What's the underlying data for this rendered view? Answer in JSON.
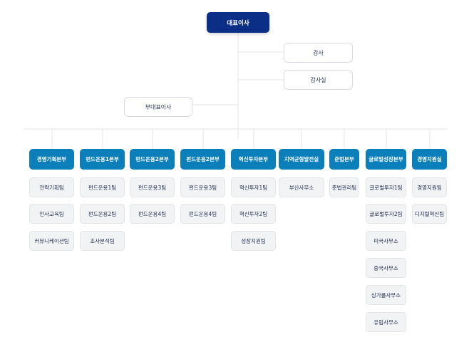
{
  "ceo": {
    "label": "대표이사"
  },
  "audit": {
    "label": "감사"
  },
  "audit_office": {
    "label": "감사실"
  },
  "vice_ceo": {
    "label": "부대표이사"
  },
  "divisions": [
    {
      "label": "경영기획본부",
      "teams": [
        "전략기획팀",
        "인사교육팀",
        "커뮤니케이션팀"
      ]
    },
    {
      "label": "펀드운용1본부",
      "teams": [
        "펀드운용1팀",
        "펀드운용2팀",
        "조사분석팀"
      ]
    },
    {
      "label": "펀드운용2본부",
      "teams": [
        "펀드운용3팀",
        "펀드운용4팀"
      ]
    },
    {
      "label": "펀드운용2본부",
      "teams": [
        "펀드운용3팀",
        "펀드운용4팀"
      ]
    },
    {
      "label": "혁신투자본부",
      "teams": [
        "혁신투자1팀",
        "혁신투자2팀",
        "성장지원팀"
      ]
    },
    {
      "label": "지역균형발전실",
      "teams": [
        "부산사무소"
      ]
    },
    {
      "label": "준법본부",
      "teams": [
        "준법관리팀"
      ]
    },
    {
      "label": "글로벌성장본부",
      "teams": [
        "글로벌투자1팀",
        "글로벌투자2팀",
        "미국사무소",
        "중국사무소",
        "싱가폴사무소",
        "유럽사무소"
      ]
    },
    {
      "label": "경영지원실",
      "teams": [
        "경영지원팀",
        "디지털혁신팀"
      ]
    }
  ]
}
